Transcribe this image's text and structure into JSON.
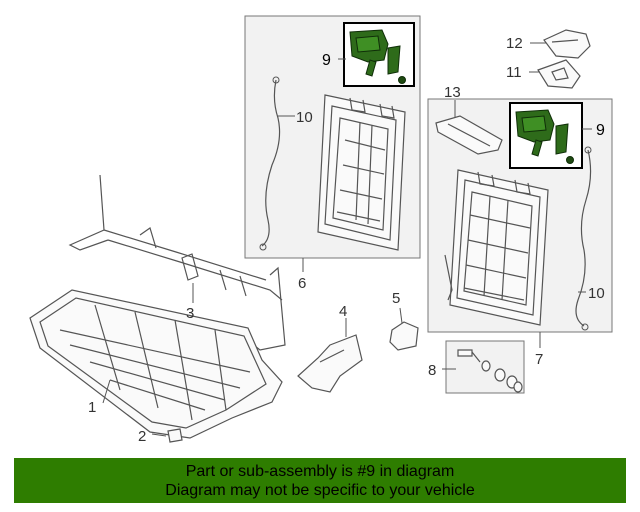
{
  "callouts": {
    "c1": "1",
    "c2": "2",
    "c3": "3",
    "c4": "4",
    "c5": "5",
    "c6": "6",
    "c7": "7",
    "c8": "8",
    "c9a": "9",
    "c9b": "9",
    "c10a": "10",
    "c10b": "10",
    "c11": "11",
    "c12": "12",
    "c13": "13"
  },
  "banner": {
    "line1": "Part or sub-assembly is #9 in diagram",
    "line2": "Diagram may not be specific to your vehicle"
  },
  "colors": {
    "highlight_part": "#2e6b1a",
    "banner_bg": "#2e7d00",
    "panel_bg": "#f2f2f2",
    "stroke": "#555555"
  }
}
